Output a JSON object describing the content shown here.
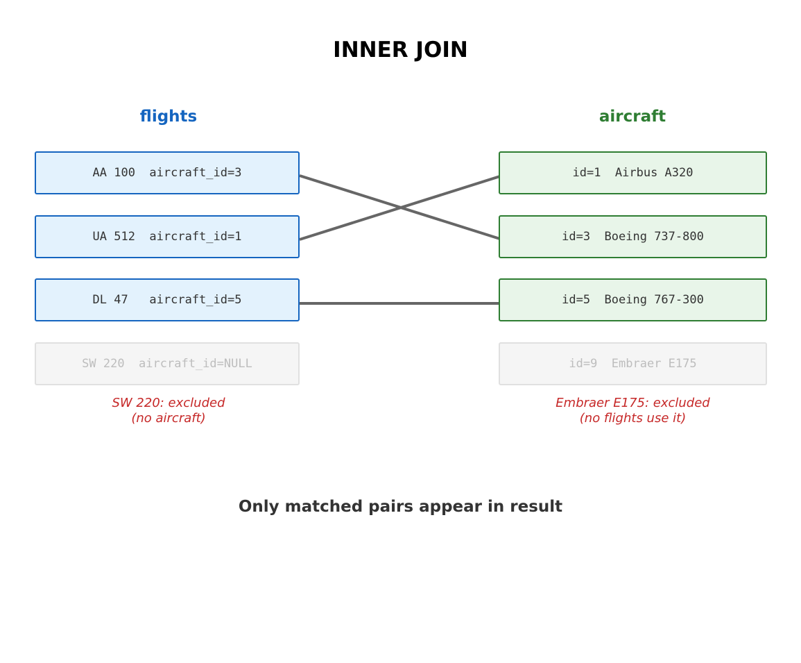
{
  "title": "INNER JOIN",
  "left_table": {
    "name": "flights",
    "color": "#1565c0",
    "rows": [
      {
        "label": "AA 100  aircraft_id=3",
        "matched": true
      },
      {
        "label": "UA 512  aircraft_id=1",
        "matched": true
      },
      {
        "label": "DL 47   aircraft_id=5",
        "matched": true
      },
      {
        "label": "SW 220  aircraft_id=NULL",
        "matched": false
      }
    ],
    "note_line1": "SW 220: excluded",
    "note_line2": "(no aircraft)"
  },
  "right_table": {
    "name": "aircraft",
    "color": "#2e7d32",
    "rows": [
      {
        "label": "id=1  Airbus A320",
        "matched": true
      },
      {
        "label": "id=3  Boeing 737-800",
        "matched": true
      },
      {
        "label": "id=5  Boeing 767-300",
        "matched": true
      },
      {
        "label": "id=9  Embraer E175",
        "matched": false
      }
    ],
    "note_line1": "Embraer E175: excluded",
    "note_line2": "(no flights use it)"
  },
  "links": [
    {
      "from": 0,
      "to": 1
    },
    {
      "from": 1,
      "to": 0
    },
    {
      "from": 2,
      "to": 2
    }
  ],
  "link_color": "#666666",
  "footer": "Only matched pairs appear in result"
}
